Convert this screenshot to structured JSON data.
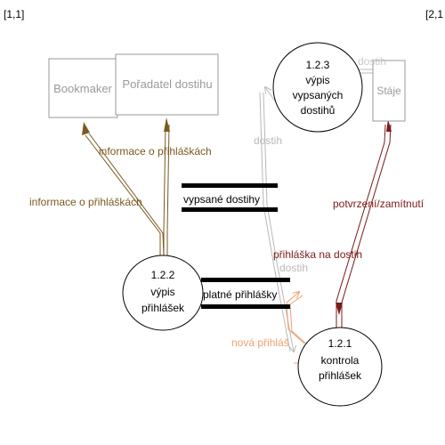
{
  "corners": {
    "left": "[1,1]",
    "right": "[2,1"
  },
  "entities": {
    "bookmaker": "Bookmaker",
    "organizer": "Pořadatel dostihu",
    "stable": "Stáje"
  },
  "processes": {
    "p123": {
      "id": "1.2.3",
      "lines": [
        "výpis",
        "vypsaných",
        "dostihů"
      ]
    },
    "p122": {
      "id": "1.2.2",
      "lines": [
        "výpis",
        "přihlášek"
      ]
    },
    "p121": {
      "id": "1.2.1",
      "lines": [
        "kontrola",
        "přihlášek"
      ]
    }
  },
  "stores": {
    "listed_races": "vypsané dostihy",
    "valid_applications": "platné přihlášky"
  },
  "flows": {
    "info_organizer": "informace o přihláškách",
    "info_bookmaker": "informace o přihláškách",
    "race_top": "dostih",
    "race_mid": "dostih",
    "race_low": "dostih",
    "confirm_reject": "potvrzení/zamítnutí",
    "race_application": "přihláška na dostih",
    "new_application": "nová přihláš"
  },
  "colors": {
    "brown": "#7a5a1e",
    "dark_red": "#7a1a1a",
    "gray": "#b8b8b8",
    "orange": "#f0a070",
    "black": "#000000",
    "entity_border": "#9a9a9a",
    "entity_text": "#9a9a9a"
  }
}
